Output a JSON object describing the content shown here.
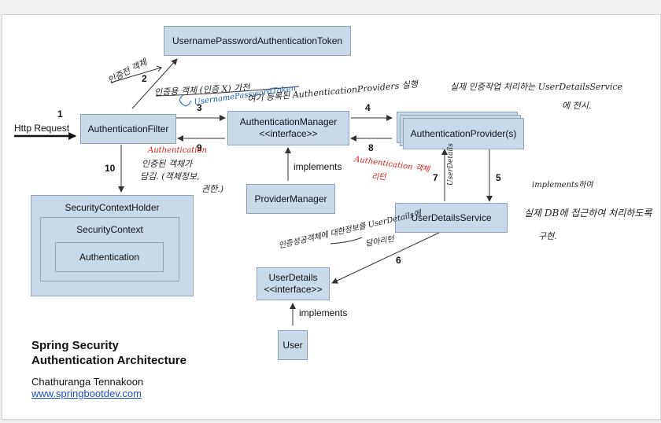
{
  "boxes": {
    "token": "UsernamePasswordAuthenticationToken",
    "filter": "AuthenticationFilter",
    "manager_line1": "AuthenticationManager",
    "manager_line2": "<<interface>>",
    "providers": "AuthenticationProvider(s)",
    "provider_manager": "ProviderManager",
    "user_details_service": "UserDetailsService",
    "user_details_line1": "UserDetails",
    "user_details_line2": "<<interface>>",
    "user": "User",
    "context_holder": "SecurityContextHolder",
    "context": "SecurityContext",
    "authentication": "Authentication"
  },
  "labels": {
    "http_request": "Http Request",
    "implements_manager": "implements",
    "implements_user": "implements"
  },
  "steps": [
    "1",
    "2",
    "3",
    "4",
    "5",
    "6",
    "7",
    "8",
    "9",
    "10"
  ],
  "footer": {
    "title_line1": "Spring Security",
    "title_line2": "Authentication Architecture",
    "author": "Chathuranga Tennakoon",
    "link": "www.springbootdev.com"
  },
  "annotations": {
    "step2_note": "인증전 객체",
    "step3_note": "인증용 객체 (인증 X) 가전",
    "step3_blue": "UsernamePasswordToken",
    "manager_note": "여기 등록된 AuthenticationProviders 실행",
    "provider_note_line1": "실제 인증작업 처리하는 UserDetailsService",
    "provider_note_line2": "에 전시.",
    "step8_red": "Authentication 객체",
    "step8_red2": "리턴",
    "step7_note": "UserDetails",
    "step9_red": "Authentication",
    "step9_note_line1": "인증된 객체가",
    "step9_note_line2": "담김. (객체정보,",
    "step9_note_line3": "권한.)",
    "uds_note_line1": "implements하여",
    "uds_note_line2": "실제 DB에 접근하여 처리하도록",
    "uds_note_line3": "구현.",
    "userdetails_note_line1": "인증성공객체에 대한정보를 UserDetails에",
    "userdetails_note_line2": "담아리턴"
  },
  "colors": {
    "box_fill": "#c9d9ea",
    "box_border": "#8ea4bd",
    "link": "#1a4fc4",
    "handwriting_red": "#d62020",
    "handwriting_blue": "#2060c0"
  }
}
